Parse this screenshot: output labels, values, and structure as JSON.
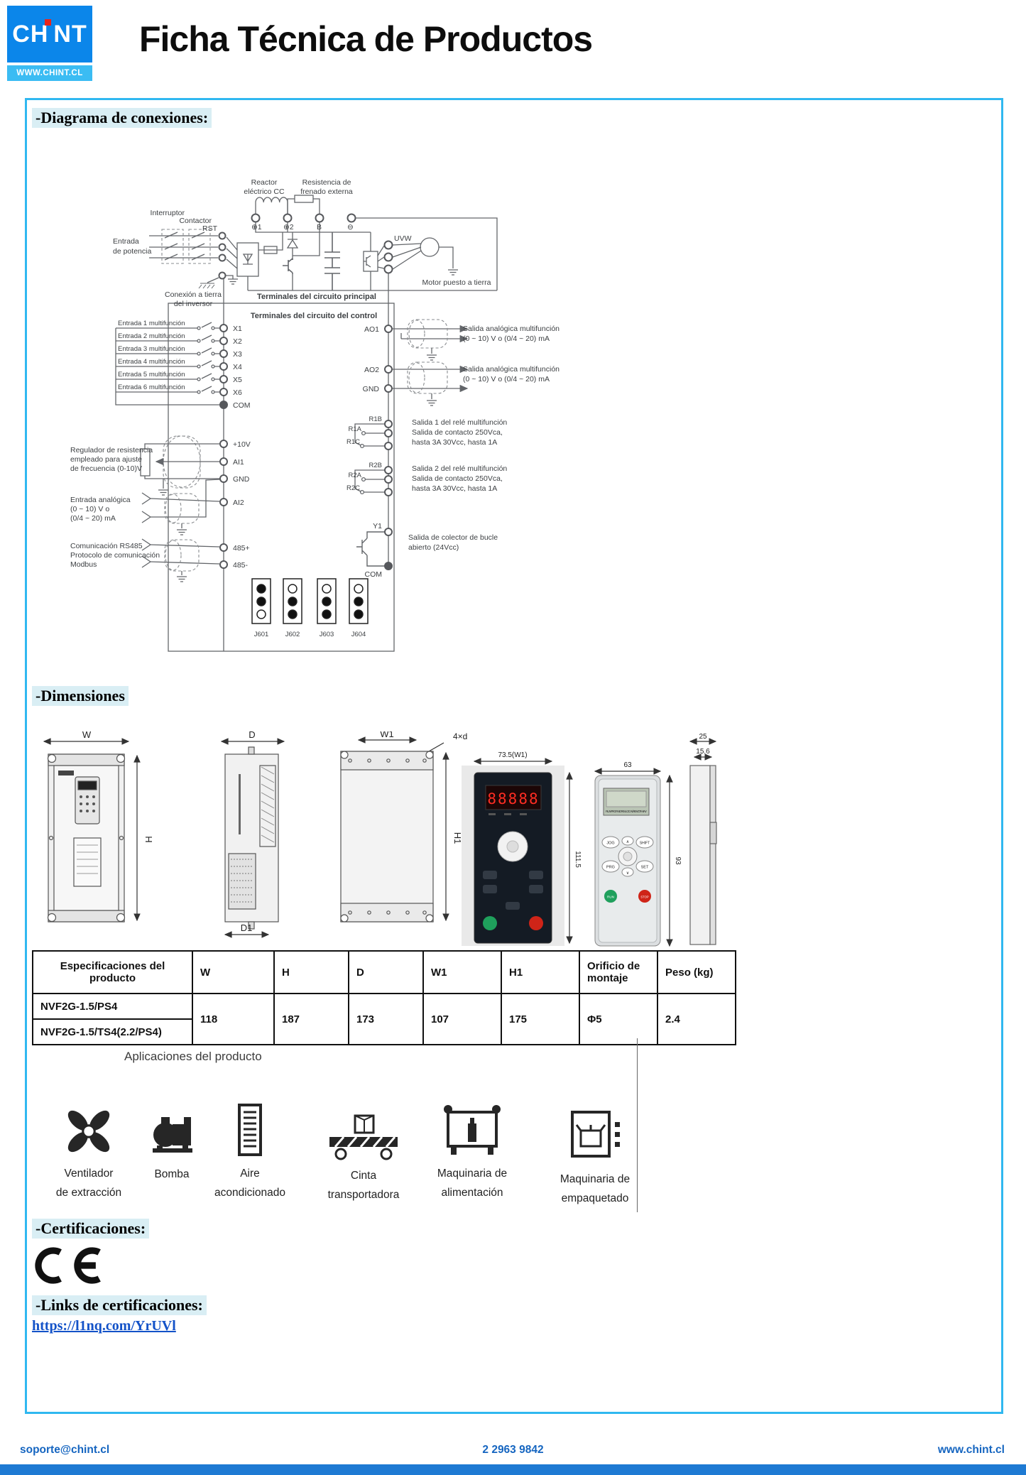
{
  "header": {
    "logo_part1": "CH",
    "logo_part2": "NT",
    "logo_site": "WWW.CHINT.CL",
    "title": "Ficha Técnica de Productos"
  },
  "headings": {
    "diagram": "-Diagrama de conexiones:",
    "dimensions": "-Dimensiones",
    "certifications": "-Certificaciones:",
    "links": "-Links de certificaciones:"
  },
  "diagram": {
    "reactor": [
      "Reactor",
      "eléctrico CC"
    ],
    "brake_resistor": [
      "Resistencia de",
      "frenado externa"
    ],
    "interruptor": "Interruptor",
    "contactor": "Contactor",
    "entrada_potencia": [
      "Entrada",
      "de potencia"
    ],
    "rst": "RST",
    "bus_terminals": [
      "⊕1",
      "⊕2",
      "B",
      "⊖"
    ],
    "uvw": "UVW",
    "tierra_inversor": [
      "Conexión a tierra",
      "del inversor"
    ],
    "motor_tierra": "Motor puesto a tierra",
    "principal": "Terminales del circuito principal",
    "control": "Terminales del circuito del control",
    "entradas": [
      "Entrada 1 multifunción",
      "Entrada 2 multifunción",
      "Entrada 3 multifunción",
      "Entrada 4 multifunción",
      "Entrada 5 multifunción",
      "Entrada 6 multifunción"
    ],
    "x_terms": [
      "X1",
      "X2",
      "X3",
      "X4",
      "X5",
      "X6"
    ],
    "com": "COM",
    "v10": "+10V",
    "ai1": "AI1",
    "gnd": "GND",
    "ai2": "AI2",
    "rs_p": "485+",
    "rs_m": "485-",
    "pot_label": [
      "Regulador de resistencia",
      "empleado para ajuste",
      "de frecuencia (0-10)V"
    ],
    "ai2_label": [
      "Entrada analógica",
      "(0 ~ 10) V o",
      "(0/4 ~ 20) mA"
    ],
    "rs485_label": [
      "Comunicación RS485",
      "Protocolo de comunicación",
      "Modbus"
    ],
    "ao1": "AO1",
    "ao2": "AO2",
    "ao_out": [
      "Salida analógica multifunción",
      "(0 ~ 10) V o (0/4 ~ 20) mA"
    ],
    "relay1_terms": [
      "R1B",
      "R1A",
      "R1C"
    ],
    "relay2_terms": [
      "R2B",
      "R2A",
      "R2C"
    ],
    "relay1_label": [
      "Salida 1 del relé multifunción",
      "Salida de contacto 250Vca,",
      "hasta 3A 30Vcc, hasta 1A"
    ],
    "relay2_label": [
      "Salida 2 del relé multifunción",
      "Salida de contacto 250Vca,",
      "hasta 3A 30Vcc, hasta 1A"
    ],
    "y1": "Y1",
    "y1_label": [
      "Salida de colector de bucle",
      "abierto (24Vcc)"
    ],
    "jumpers": [
      "J601",
      "J602",
      "J603",
      "J604"
    ]
  },
  "dimensions": {
    "w": "W",
    "h": "H",
    "d": "D",
    "d1": "D1",
    "w1": "W1",
    "h1": "H1",
    "holes": "4×d",
    "kp1_w": "73.5(W1)",
    "kp1_h": "111.5",
    "kp2_w": "63",
    "kp2_h": "93",
    "kp3_w": "25",
    "kp3_w2": "15.6",
    "kp1_display": "88888",
    "kp2_status": "RUN PRG FWD REV LOCAL/REMOT Hz A V",
    "kp2_buttons": {
      "jog": "JOG",
      "shift": "SHIFT",
      "prg": "PRG",
      "set": "SET",
      "run": "RUN",
      "stop": "STOP",
      "up": "∧",
      "down": "∨"
    }
  },
  "table": {
    "headers": [
      "Especificaciones del producto",
      "W",
      "H",
      "D",
      "W1",
      "H1",
      "Orificio de montaje",
      "Peso (kg)"
    ],
    "models": [
      "NVF2G-1.5/PS4",
      "NVF2G-1.5/TS4(2.2/PS4)"
    ],
    "values": [
      "118",
      "187",
      "173",
      "107",
      "175",
      "Φ5",
      "2.4"
    ]
  },
  "applications": {
    "title": "Aplicaciones del producto",
    "items": [
      [
        "Ventilador",
        "de extracción"
      ],
      [
        "Bomba",
        ""
      ],
      [
        "Aire",
        "acondicionado"
      ],
      [
        "Cinta",
        "transportadora"
      ],
      [
        "Maquinaria de",
        "alimentación"
      ],
      [
        "Maquinaria de",
        "empaquetado"
      ]
    ]
  },
  "cert": {
    "mark": "CE",
    "link": "https://l1nq.com/YrUVl"
  },
  "footer": {
    "email": "soporte@chint.cl",
    "phone": "2 2963 9842",
    "web": "www.chint.cl"
  },
  "colors": {
    "chint_blue": "#0b86ea",
    "chint_light_blue": "#3bbcf3",
    "border_cyan": "#30b8f0",
    "heading_bg": "#d9eef4",
    "footer_blue": "#1565c0",
    "run_green": "#1fa05c",
    "stop_red": "#cf2418",
    "display_red": "#ff2d23"
  }
}
